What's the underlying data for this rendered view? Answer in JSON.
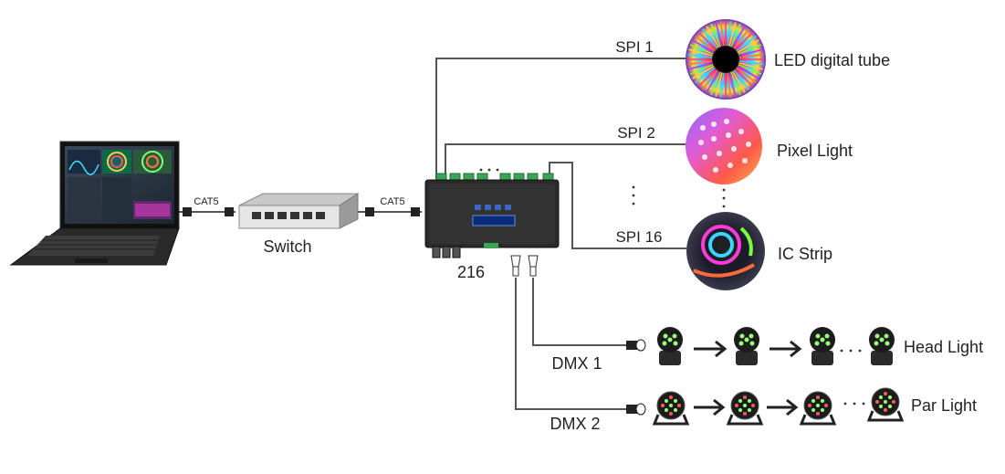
{
  "cables": {
    "laptop_to_switch": "CAT5",
    "switch_to_controller": "CAT5"
  },
  "switch_label": "Switch",
  "controller_label": "216",
  "spi_outputs": [
    {
      "label": "SPI 1",
      "device": "LED digital tube",
      "icon": "led-tube-icon"
    },
    {
      "label": "SPI 2",
      "device": "Pixel Light",
      "icon": "pixel-light-icon"
    },
    {
      "label": "SPI 16",
      "device": "IC Strip",
      "icon": "ic-strip-icon"
    }
  ],
  "dmx_outputs": [
    {
      "label": "DMX 1",
      "device": "Head Light",
      "icon": "moving-head-icon"
    },
    {
      "label": "DMX 2",
      "device": "Par Light",
      "icon": "par-light-icon"
    }
  ],
  "colors": {
    "line": "#555555",
    "controller_body": "#2a2a2a",
    "terminal_green": "#3aa655",
    "display_blue": "#3a66c8"
  }
}
